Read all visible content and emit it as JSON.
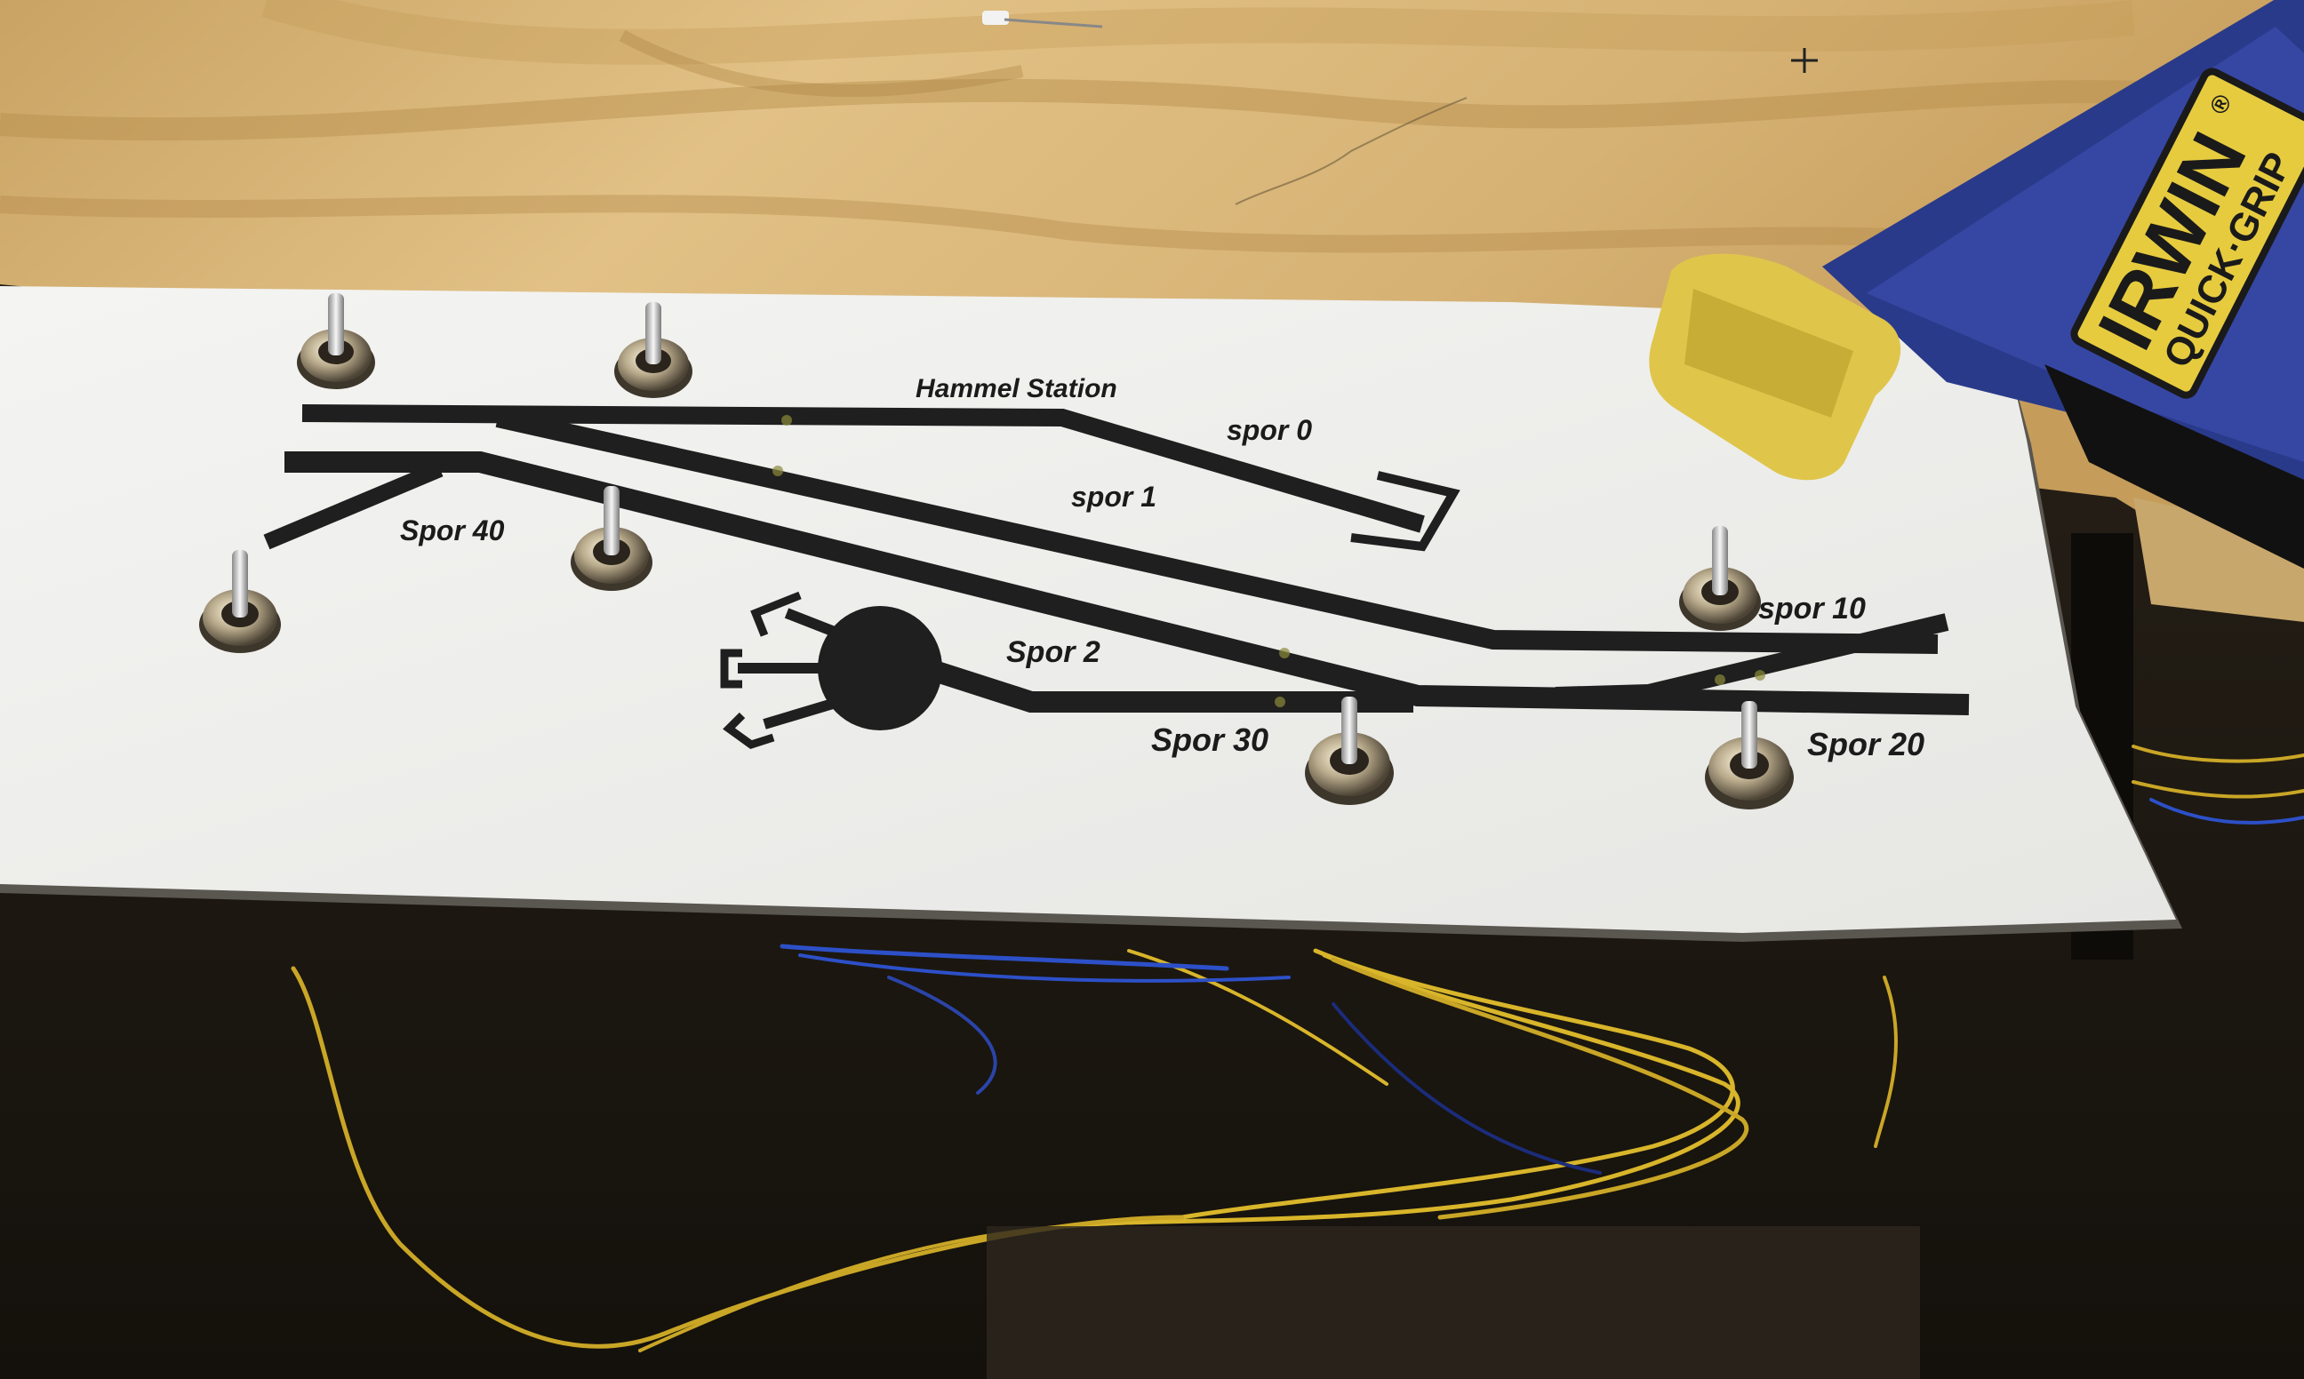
{
  "panel": {
    "title": "Hammel Station",
    "track_labels": {
      "spor0": "spor 0",
      "spor1": "spor 1",
      "spor2": "Spor 2",
      "spor10": "spor 10",
      "spor20": "Spor 20",
      "spor30": "Spor 30",
      "spor40": "Spor 40"
    }
  },
  "clamp": {
    "brand": "IRWIN",
    "model": "QUICK·GRIP",
    "registered": "®"
  },
  "colors": {
    "plywood": "#d9b678",
    "paper": "#f1f1ef",
    "track": "#1f1f1f",
    "clamp_blue": "#2c3d8f",
    "clamp_yellow": "#e3c84a",
    "wire_yellow": "#d8b52a",
    "wire_blue": "#2d50c8"
  }
}
